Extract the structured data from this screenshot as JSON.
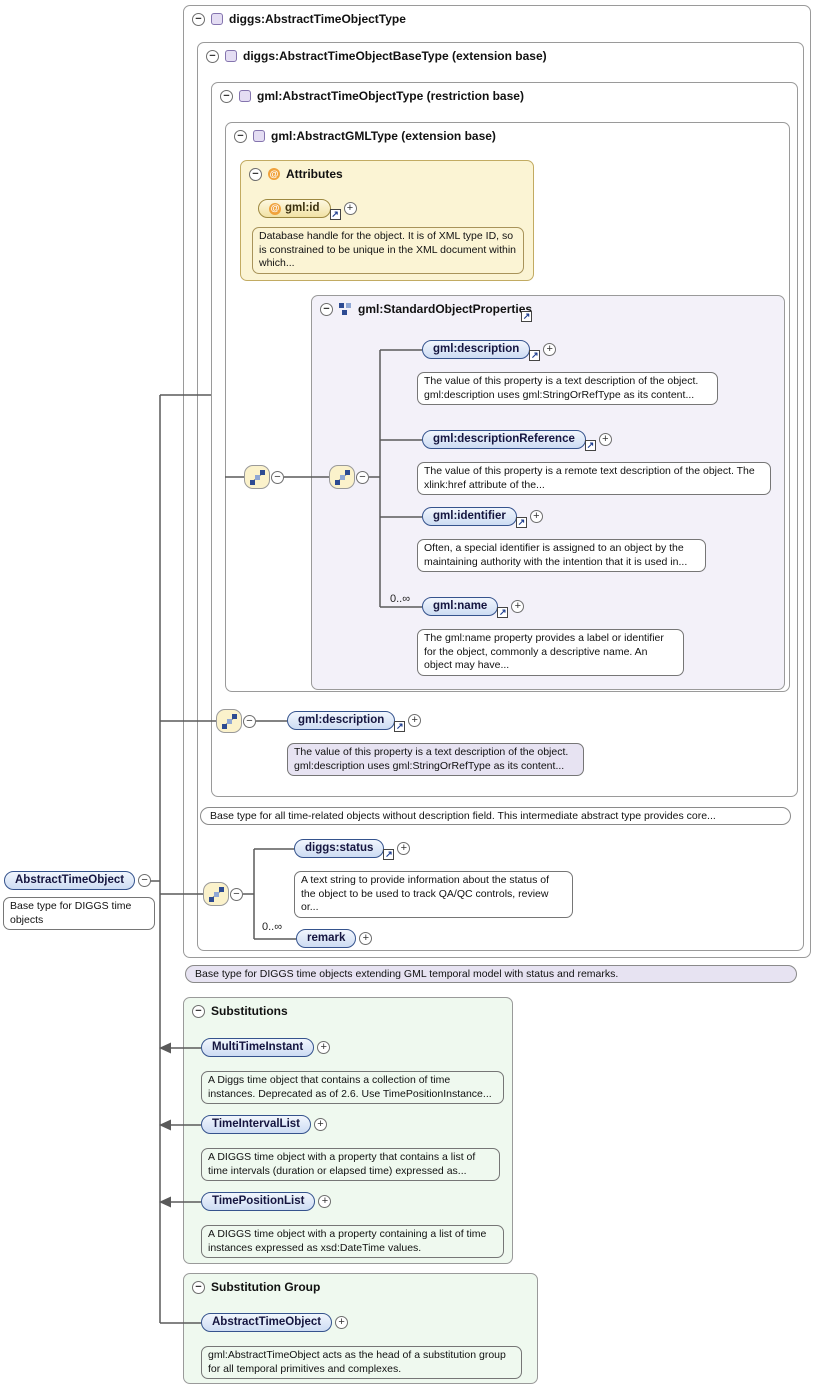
{
  "icons": {
    "collapse": "−",
    "expand": "+",
    "link": "↗",
    "attribute": "@"
  },
  "colors": {
    "badge_border": "#35538d",
    "badge_fill": "#cddcf3",
    "attribute_fill": "#fbf4d4",
    "annotation_purple": "#e7e3f2",
    "substitution_green": "#eff9ef",
    "wire": "#5a5a5a"
  },
  "root_type": {
    "title": "diggs:AbstractTimeObjectType",
    "annotation": "Base type for DIGGS time objects extending GML temporal model with status and remarks."
  },
  "base_type": {
    "title": "diggs:AbstractTimeObjectBaseType (extension base)",
    "annotation": "Base type for all time-related objects without description field. This intermediate abstract type provides core...",
    "status": {
      "label": "diggs:status",
      "desc": "A text string to provide information about the status of the object to be used to track QA/QC controls, review or..."
    },
    "remark": {
      "label": "remark",
      "cardinality": "0..∞"
    }
  },
  "gml_time_type": {
    "title": "gml:AbstractTimeObjectType (restriction base)",
    "description": {
      "label": "gml:description",
      "desc": "The value of this property is a text description of the object. gml:description uses gml:StringOrRefType as its content..."
    }
  },
  "gml_type": {
    "title": "gml:AbstractGMLType (extension base)"
  },
  "attributes": {
    "title": "Attributes",
    "gml_id": {
      "label": "gml:id",
      "desc": "Database handle for the object. It is of XML type ID, so is constrained to be unique in the XML document within which..."
    }
  },
  "sop": {
    "title": "gml:StandardObjectProperties",
    "items": [
      {
        "label": "gml:description",
        "desc": "The value of this property is a text description of the object. gml:description uses gml:StringOrRefType as its content..."
      },
      {
        "label": "gml:descriptionReference",
        "desc": "The value of this property is a remote text description of the object. The xlink:href attribute of the..."
      },
      {
        "label": "gml:identifier",
        "desc": "Often, a special identifier is assigned to an object by the maintaining authority with the intention that it is used in..."
      },
      {
        "label": "gml:name",
        "cardinality": "0..∞",
        "desc": "The gml:name property provides a label or identifier for the object, commonly a descriptive name. An object may have..."
      }
    ]
  },
  "element": {
    "label": "AbstractTimeObject",
    "note": "Base type for DIGGS time objects"
  },
  "substitutions": {
    "title": "Substitutions",
    "items": [
      {
        "label": "MultiTimeInstant",
        "desc": "A Diggs time object that contains a collection of time instances. Deprecated as of 2.6. Use TimePositionInstance..."
      },
      {
        "label": "TimeIntervalList",
        "desc": "A DIGGS time object with a property that contains a list of time intervals (duration or elapsed time) expressed as..."
      },
      {
        "label": "TimePositionList",
        "desc": "A DIGGS time object with a property containing a list of time instances expressed as xsd:DateTime values."
      }
    ]
  },
  "substitution_group": {
    "title": "Substitution Group",
    "items": [
      {
        "label": "AbstractTimeObject",
        "desc": "gml:AbstractTimeObject acts as the head of a substitution group for all temporal primitives and complexes."
      }
    ]
  }
}
